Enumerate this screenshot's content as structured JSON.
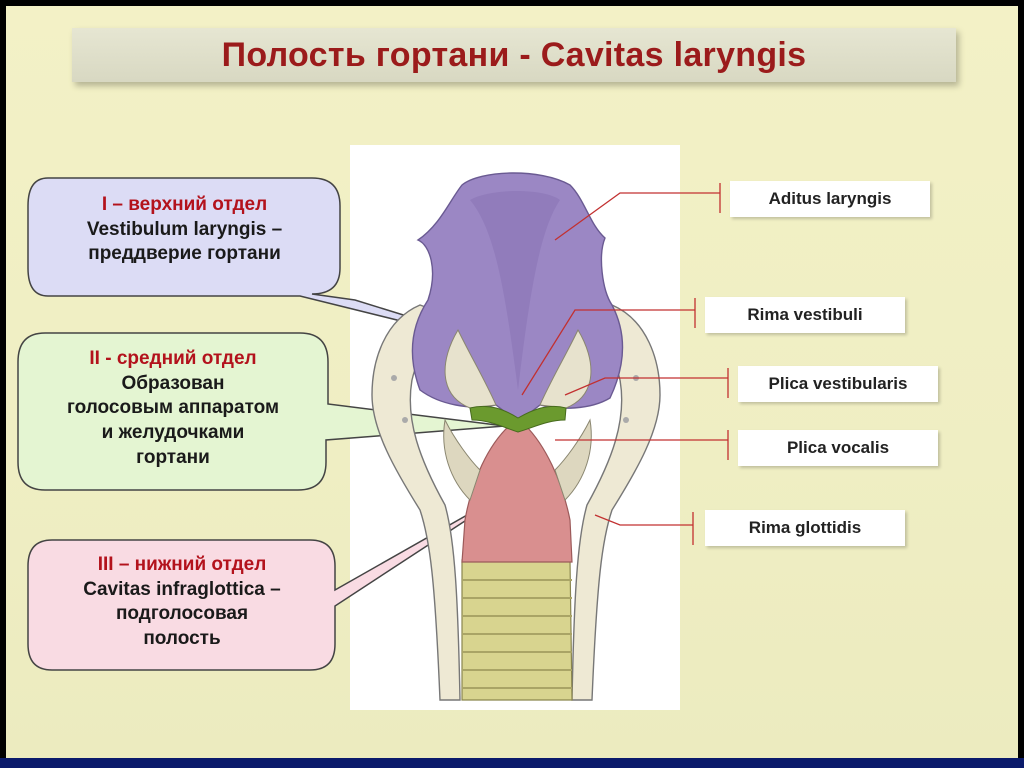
{
  "title": "Полость гортани - Cavitas laryngis",
  "sections": [
    {
      "heading": "I – верхний отдел",
      "lines": [
        "Vestibulum laryngis –",
        "преддверие гортани"
      ]
    },
    {
      "heading": "II - средний отдел",
      "lines": [
        "Образован",
        "голосовым аппаратом",
        "и желудочками",
        "гортани"
      ]
    },
    {
      "heading": "III – нижний отдел",
      "lines": [
        "Cavitas infraglottica –",
        "подголосовая",
        "полость"
      ]
    }
  ],
  "labels": [
    "Aditus laryngis",
    "Rima vestibuli",
    "Plica vestibularis",
    "Plica vocalis",
    "Rima glottidis"
  ],
  "colors": {
    "title": "#9b1b1b",
    "heading": "#b3121c",
    "upper_region": "#9b87c4",
    "middle_region": "#6b9a2e",
    "lower_region": "#d98f8f",
    "trachea": "#d8d48f",
    "bubble1": "#dcdcf5",
    "bubble2": "#e4f5d2",
    "bubble3": "#f9dbe3"
  }
}
